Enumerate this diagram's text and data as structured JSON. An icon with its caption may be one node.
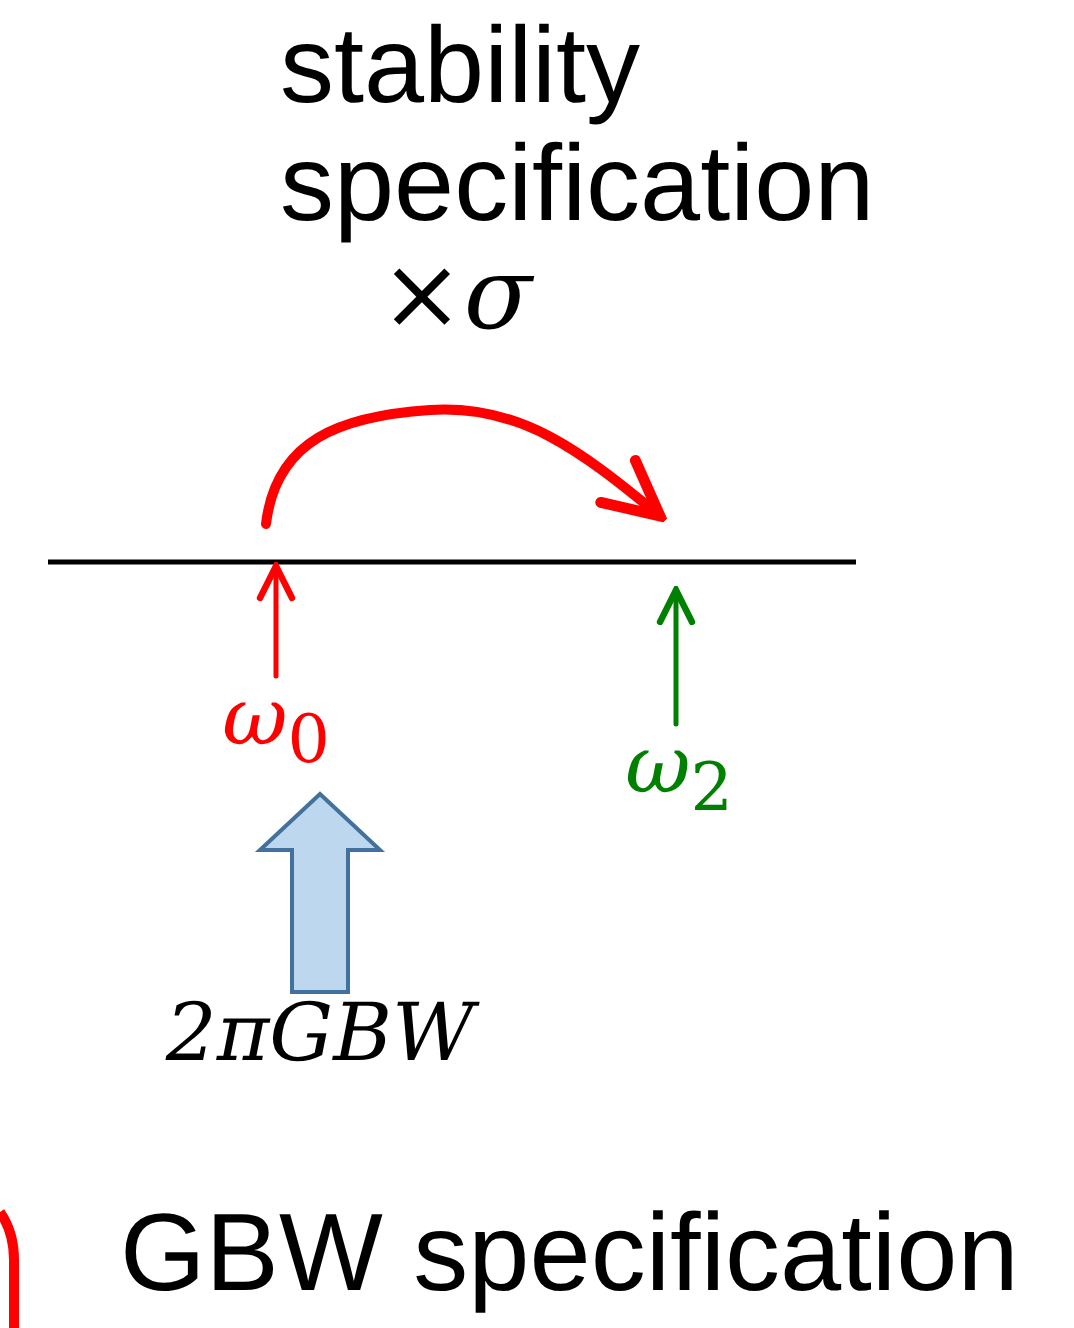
{
  "diagram": {
    "nodes": [
      {
        "text": [
          "*ω*$_{0}$"
        ]
      },
      {
        "text": [
          "*ω*$_{2}$"
        ]
      },
      {
        "text": [
          "2πGBW"
        ]
      }
    ],
    "edges": [
      {
        "from": 0,
        "to": null,
        "arrow": "to",
        "color": "#ff0000"
      },
      {
        "from": 1,
        "to": null,
        "arrow": "to",
        "color": "#008000"
      },
      {
        "from": 2,
        "to": 0,
        "arrow": "to",
        "style": "thick",
        "color": "#bdd7ee"
      }
    ],
    "labels": [
      "stability specification",
      "×*σ*",
      "GBW specification"
    ]
  }
}
